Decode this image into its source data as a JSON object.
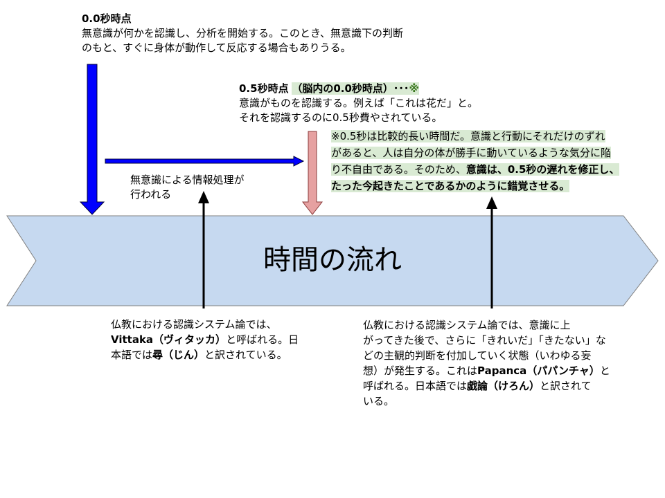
{
  "t0": {
    "title": "0.0秒時点",
    "line1": "無意識が何かを認識し、分析を開始する。このとき、無意識下の判断",
    "line2": "のもと、すぐに身体が動作して反応する場合もありうる。"
  },
  "t05": {
    "title": "0.5秒時点",
    "subtitle": "（脳内の0.0秒時点）･･･",
    "mark": "※",
    "line1": "意識がものを認識する。例えば「これは花だ」と。",
    "line2": "それを認識するのに0.5秒費やされている。"
  },
  "note": {
    "line1": "※0.5秒は比較的長い時間だ。意識と行動にそれだけのずれ",
    "line2": "があると、人は自分の体が勝手に動いているような気分に陥",
    "line3a": "り不自由である。そのため、",
    "line3b": "意識は、0.5秒の遅れを修正し、",
    "line4": "たった今起きたことであるかのように錯覚させる。"
  },
  "processing": {
    "line1": "無意識による情報処理が",
    "line2": "行われる"
  },
  "flow": {
    "label": "時間の流れ"
  },
  "vittaka": {
    "line1": "仏教における認識システム論では、",
    "line2a": "Vittaka（ヴィタッカ）",
    "line2b": "と呼ばれる。日",
    "line3a": "本語では",
    "line3b": "尋（じん）",
    "line3c": "と訳されている。"
  },
  "papanca": {
    "line1": "仏教における認識システム論では、意識に上",
    "line2": "がってきた後で、さらに「きれいだ」「きたない」な",
    "line3": "どの主観的判断を付加していく状態（いわゆる妄",
    "line4a": "想）が発生する。これは",
    "line4b": "Papanca（パパンチャ）",
    "line4c": "と",
    "line5a": "呼ばれる。日本語では",
    "line5b": "戯論（けろん）",
    "line5c": "と訳されて",
    "line6": "いる。"
  },
  "colors": {
    "blue_arrow": "#0000ff",
    "pink_arrow": "#e6a1a1",
    "flow_fill": "#c6d9f0",
    "highlight": "#d9ead3"
  }
}
